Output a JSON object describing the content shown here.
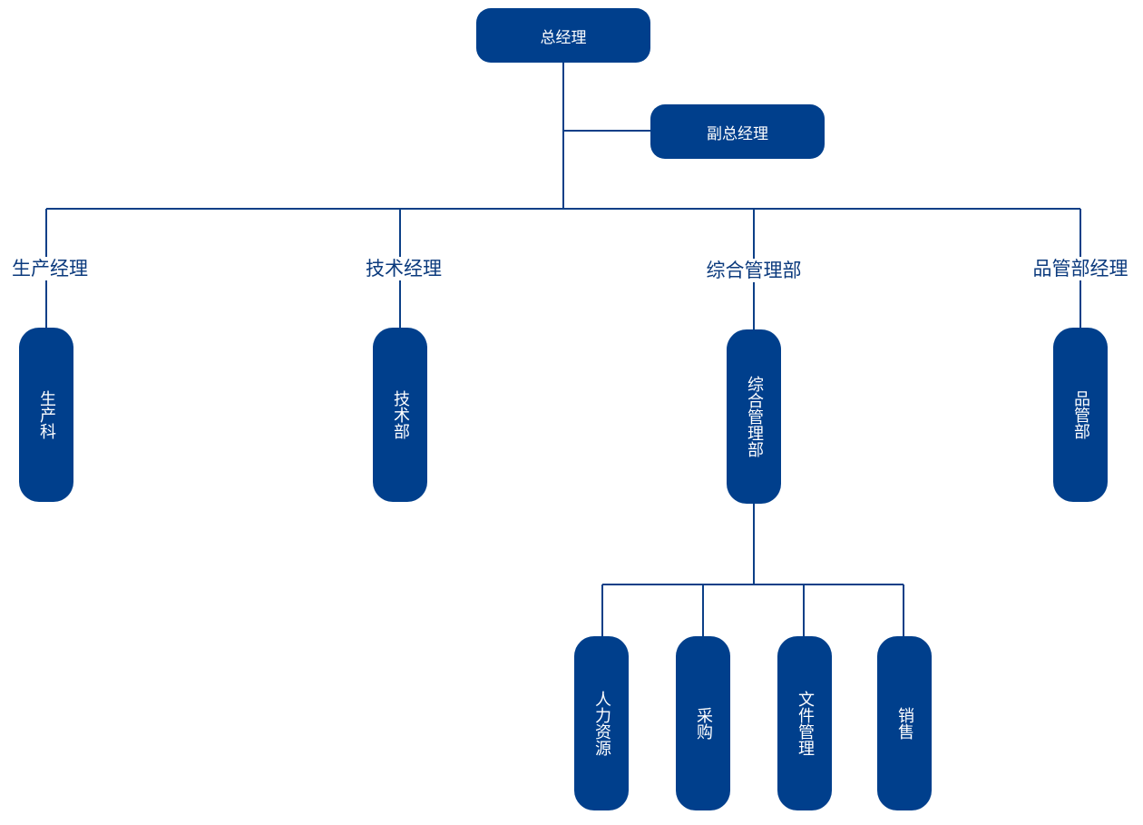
{
  "top": {
    "general_manager": "总经理",
    "deputy_manager": "副总经理"
  },
  "groups": [
    {
      "label": "生产经理",
      "unit": "生产科"
    },
    {
      "label": "技术经理",
      "unit": "技术部"
    },
    {
      "label": "综合管理部",
      "unit": "综合管理部"
    },
    {
      "label": "品管部经理",
      "unit": "品管部"
    }
  ],
  "sub_units": [
    "人力资源",
    "采购",
    "文件管理",
    "销售"
  ],
  "colors": {
    "node_fill": "#003f8c",
    "connector": "#0c3f87",
    "label_text": "#0b3a7d"
  }
}
